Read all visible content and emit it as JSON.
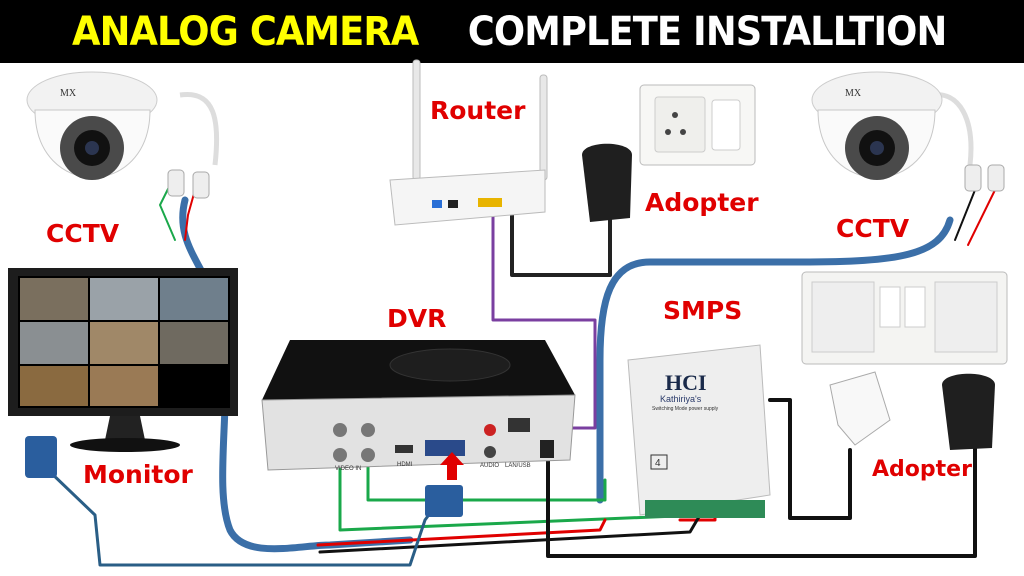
{
  "title": {
    "part1": "ANALOG CAMERA",
    "part2": "COMPLETE INSTALLTION"
  },
  "labels": {
    "cctv_left": "CCTV",
    "cctv_right": "CCTV",
    "router": "Router",
    "adopter_top": "Adopter",
    "adopter_bottom": "Adopter",
    "dvr": "DVR",
    "smps": "SMPS",
    "monitor": "Monitor"
  },
  "device_text": {
    "camera_brand": "MX",
    "smps_brand": "HCI",
    "smps_sub": "Kathiriya's",
    "smps_desc": "Switching Mode power supply",
    "smps_channels": "4",
    "dvr_video_in": "VIDEO IN",
    "dvr_hdmi": "HDMI",
    "dvr_audio": "AUDIO",
    "dvr_lan_usb": "LAN/USB"
  },
  "colors": {
    "title_accent": "#ffff00",
    "label": "#e00000",
    "coax": "#3b6fa8",
    "lan": "#7a3fa0",
    "video": "#1aa84a",
    "power_red": "#e00000"
  }
}
